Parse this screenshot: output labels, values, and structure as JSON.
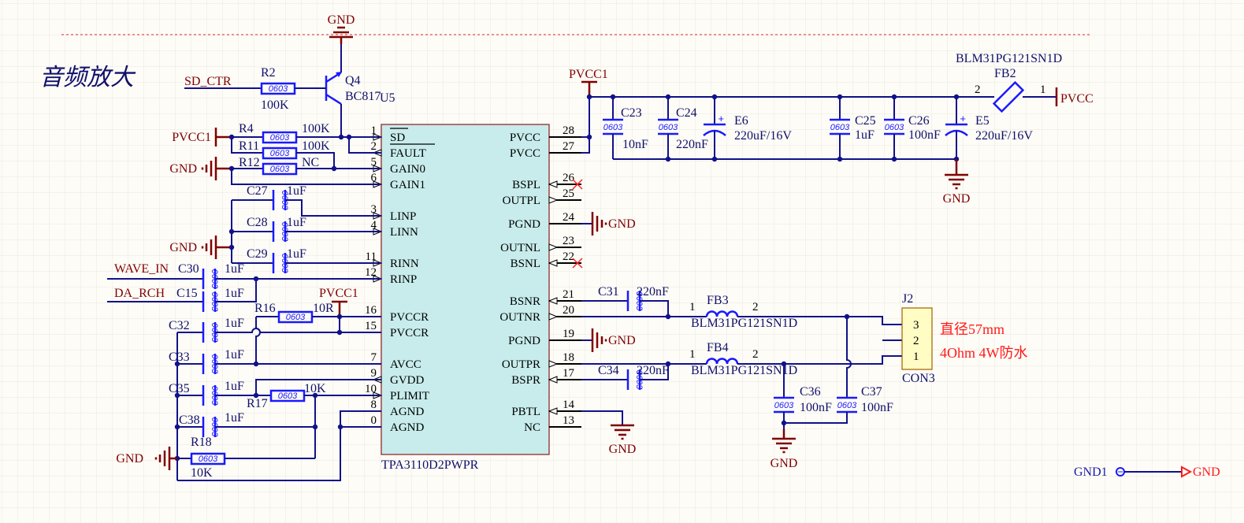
{
  "title": "音频放大",
  "colors": {
    "wire": "#11118a",
    "component": "#1a1aff",
    "power": "#800000",
    "ic_fill": "#c8ecec",
    "ic_border": "#8b1a1a",
    "note": "#ff1a1a",
    "background": "#fdfcf7"
  },
  "nets": {
    "gnd": "GND",
    "pvcc1": "PVCC1",
    "pvcc": "PVCC",
    "sd_ctr": "SD_CTR",
    "wave_in": "WAVE_IN",
    "da_rch": "DA_RCH"
  },
  "ic": {
    "ref": "U5",
    "part": "TPA3110D2PWPR",
    "left_pins": [
      {
        "num": "1",
        "name": "SD"
      },
      {
        "num": "2",
        "name": "FAULT"
      },
      {
        "num": "5",
        "name": "GAIN0"
      },
      {
        "num": "6",
        "name": "GAIN1"
      },
      {
        "num": "3",
        "name": "LINP"
      },
      {
        "num": "4",
        "name": "LINN"
      },
      {
        "num": "11",
        "name": "RINN"
      },
      {
        "num": "12",
        "name": "RINP"
      },
      {
        "num": "16",
        "name": "PVCCR"
      },
      {
        "num": "15",
        "name": "PVCCR"
      },
      {
        "num": "7",
        "name": "AVCC"
      },
      {
        "num": "9",
        "name": "GVDD"
      },
      {
        "num": "10",
        "name": "PLIMIT"
      },
      {
        "num": "8",
        "name": "AGND"
      },
      {
        "num": "0",
        "name": "AGND"
      }
    ],
    "right_pins": [
      {
        "num": "28",
        "name": "PVCC"
      },
      {
        "num": "27",
        "name": "PVCC"
      },
      {
        "num": "26",
        "name": "BSPL"
      },
      {
        "num": "25",
        "name": "OUTPL"
      },
      {
        "num": "24",
        "name": "PGND"
      },
      {
        "num": "23",
        "name": "OUTNL"
      },
      {
        "num": "22",
        "name": "BSNL"
      },
      {
        "num": "21",
        "name": "BSNR"
      },
      {
        "num": "20",
        "name": "OUTNR"
      },
      {
        "num": "19",
        "name": "PGND"
      },
      {
        "num": "18",
        "name": "OUTPR"
      },
      {
        "num": "17",
        "name": "BSPR"
      },
      {
        "num": "14",
        "name": "PBTL"
      },
      {
        "num": "13",
        "name": "NC"
      }
    ]
  },
  "components": {
    "Q4": {
      "ref": "Q4",
      "value": "BC817"
    },
    "R2": {
      "ref": "R2",
      "value": "100K",
      "pkg": "0603"
    },
    "R4": {
      "ref": "R4",
      "value": "100K",
      "pkg": "0603"
    },
    "R11": {
      "ref": "R11",
      "value": "100K",
      "pkg": "0603"
    },
    "R12": {
      "ref": "R12",
      "value": "NC",
      "pkg": "0603"
    },
    "R16": {
      "ref": "R16",
      "value": "10R",
      "pkg": "0603"
    },
    "R17": {
      "ref": "R17",
      "value": "10K",
      "pkg": "0603"
    },
    "R18": {
      "ref": "R18",
      "value": "10K",
      "pkg": "0603"
    },
    "C27": {
      "ref": "C27",
      "value": "1uF",
      "pkg": "0603"
    },
    "C28": {
      "ref": "C28",
      "value": "1uF",
      "pkg": "0603"
    },
    "C29": {
      "ref": "C29",
      "value": "1uF",
      "pkg": "0603"
    },
    "C30": {
      "ref": "C30",
      "value": "1uF",
      "pkg": "0603"
    },
    "C15": {
      "ref": "C15",
      "value": "1uF",
      "pkg": "0603"
    },
    "C32": {
      "ref": "C32",
      "value": "1uF",
      "pkg": "0603"
    },
    "C33": {
      "ref": "C33",
      "value": "1uF",
      "pkg": "0603"
    },
    "C35": {
      "ref": "C35",
      "value": "1uF",
      "pkg": "0603"
    },
    "C38": {
      "ref": "C38",
      "value": "1uF",
      "pkg": "0603"
    },
    "C23": {
      "ref": "C23",
      "value": "10nF",
      "pkg": "0603"
    },
    "C24": {
      "ref": "C24",
      "value": "220nF",
      "pkg": "0603"
    },
    "C25": {
      "ref": "C25",
      "value": "1uF",
      "pkg": "0603"
    },
    "C26": {
      "ref": "C26",
      "value": "100nF",
      "pkg": "0603"
    },
    "E6": {
      "ref": "E6",
      "value": "220uF/16V",
      "plus": "+"
    },
    "E5": {
      "ref": "E5",
      "value": "220uF/16V",
      "plus": "+"
    },
    "C31": {
      "ref": "C31",
      "value": "220nF",
      "pkg": "0603"
    },
    "C34": {
      "ref": "C34",
      "value": "220nF",
      "pkg": "0603"
    },
    "C36": {
      "ref": "C36",
      "value": "100nF",
      "pkg": "0603"
    },
    "C37": {
      "ref": "C37",
      "value": "100nF",
      "pkg": "0603"
    },
    "FB2": {
      "ref": "FB2",
      "value": "BLM31PG121SN1D",
      "pin_a": "2",
      "pin_b": "1"
    },
    "FB3": {
      "ref": "FB3",
      "value": "BLM31PG121SN1D",
      "pin_a": "1",
      "pin_b": "2"
    },
    "FB4": {
      "ref": "FB4",
      "value": "BLM31PG121SN1D",
      "pin_a": "1",
      "pin_b": "2"
    },
    "J2": {
      "ref": "J2",
      "value": "CON3",
      "pins": [
        "3",
        "2",
        "1"
      ]
    }
  },
  "notes": [
    "直径57mm",
    "4Ohm 4W防水"
  ],
  "gnd1": {
    "label": "GND1",
    "target": "GND"
  }
}
